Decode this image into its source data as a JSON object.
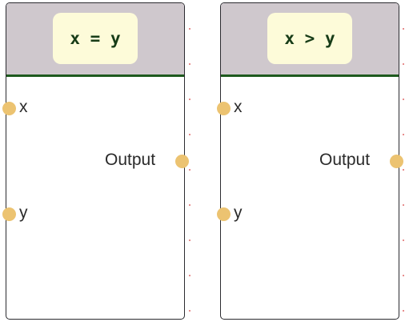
{
  "nodes": [
    {
      "title": "x = y",
      "inputs": [
        {
          "label": "x"
        },
        {
          "label": "y"
        }
      ],
      "output": {
        "label": "Output"
      }
    },
    {
      "title": "x > y",
      "inputs": [
        {
          "label": "x"
        },
        {
          "label": "y"
        }
      ],
      "output": {
        "label": "Output"
      }
    }
  ],
  "colors": {
    "header": "#cfc8cd",
    "header_border": "#1e5a1e",
    "title_bg": "#fdfbd9",
    "title_text": "#173c17",
    "port": "#ecc371",
    "frame": "#2b2b30",
    "guide_dot": "#e06a6a"
  }
}
